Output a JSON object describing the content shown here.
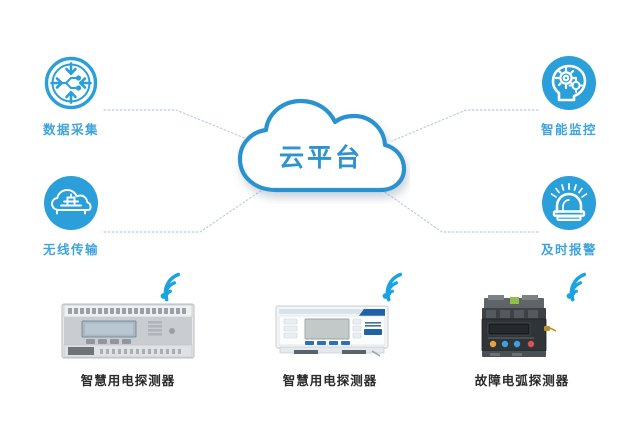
{
  "diagram": {
    "title": "云平台",
    "background_color": "#ffffff",
    "accent_color": "#2b9fd9",
    "label_color": "#3fa4dd",
    "device_label_color": "#2b2b2b",
    "connector_color": "#b9c6e0"
  },
  "hub": {
    "label": "云平台",
    "icon": "cloud-shape",
    "stroke_color": "#2b93cf",
    "fill_color": "#ffffff"
  },
  "features": [
    {
      "id": "data-collection",
      "label": "数据采集",
      "icon": "data-collection-icon",
      "style": "outline",
      "position": "top-left"
    },
    {
      "id": "wireless-transmission",
      "label": "无线传输",
      "icon": "wireless-cloud-icon",
      "style": "filled",
      "position": "bottom-left"
    },
    {
      "id": "intelligent-monitoring",
      "label": "智能监控",
      "icon": "brain-gear-icon",
      "style": "filled",
      "position": "top-right"
    },
    {
      "id": "timely-alarm",
      "label": "及时报警",
      "icon": "alarm-beacon-icon",
      "style": "filled",
      "position": "bottom-right"
    }
  ],
  "devices": [
    {
      "id": "smart-power-detector-1",
      "label": "智慧用电探测器",
      "icon": "wifi-icon",
      "device_type": "din-rail-detector-gray"
    },
    {
      "id": "smart-power-detector-2",
      "label": "智慧用电探测器",
      "icon": "wifi-icon",
      "device_type": "panel-detector-white"
    },
    {
      "id": "fault-arc-detector",
      "label": "故障电弧探测器",
      "icon": "wifi-icon",
      "device_type": "arc-detector-black"
    }
  ]
}
